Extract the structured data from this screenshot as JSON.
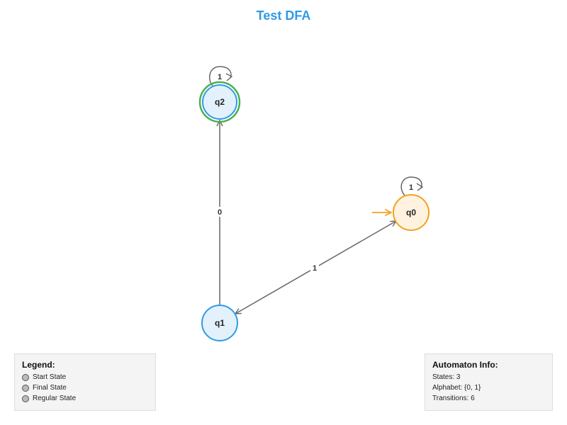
{
  "title": "Test DFA",
  "colors": {
    "title": "#2f9be6",
    "regular_fill": "#e3f1fd",
    "regular_stroke": "#2f9be6",
    "start_fill": "#fff3e0",
    "start_stroke": "#f5a020",
    "final_ring": "#4caf50",
    "edge": "#666666"
  },
  "states": [
    {
      "id": "q0",
      "label": "q0",
      "start": true,
      "final": false
    },
    {
      "id": "q1",
      "label": "q1",
      "start": false,
      "final": false
    },
    {
      "id": "q2",
      "label": "q2",
      "start": false,
      "final": true
    }
  ],
  "transitions": [
    {
      "from": "q1",
      "to": "q2",
      "label": "0"
    },
    {
      "from": "q1",
      "to": "q0",
      "label": "1"
    },
    {
      "from": "q2",
      "to": "q2",
      "label": "1"
    },
    {
      "from": "q0",
      "to": "q0",
      "label": "1"
    }
  ],
  "legend": {
    "title": "Legend:",
    "items": [
      "Start State",
      "Final State",
      "Regular State"
    ]
  },
  "info": {
    "title": "Automaton Info:",
    "states": "States: 3",
    "alphabet": "Alphabet: {0, 1}",
    "transitions": "Transitions: 6"
  }
}
